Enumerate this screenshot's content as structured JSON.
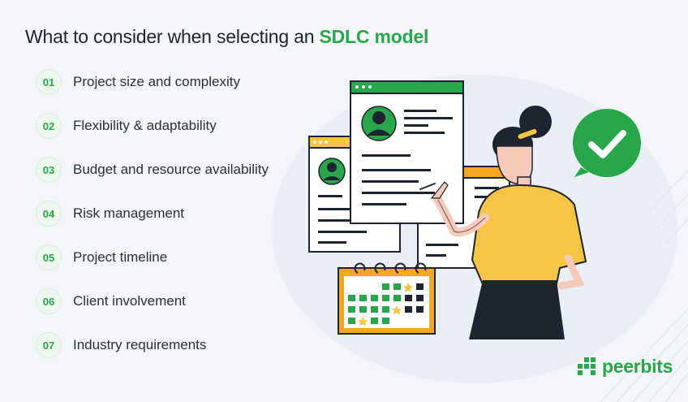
{
  "title": {
    "prefix": "What to consider when selecting an",
    "highlight": "SDLC model"
  },
  "items": [
    {
      "num": "01",
      "label": "Project size and complexity"
    },
    {
      "num": "02",
      "label": "Flexibility & adaptability"
    },
    {
      "num": "03",
      "label": "Budget and resource availability"
    },
    {
      "num": "04",
      "label": "Risk management"
    },
    {
      "num": "05",
      "label": "Project timeline"
    },
    {
      "num": "06",
      "label": "Client involvement"
    },
    {
      "num": "07",
      "label": "Industry requirements"
    }
  ],
  "brand": {
    "name": "peerbits"
  },
  "colors": {
    "accent": "#27a74a",
    "yellow": "#f7c544",
    "orange": "#f5a623",
    "dark": "#1e2430"
  },
  "icons": [
    "checkmark-bubble-icon",
    "profile-avatar-icon",
    "calendar-icon",
    "star-icon",
    "peerbits-logo-icon"
  ]
}
